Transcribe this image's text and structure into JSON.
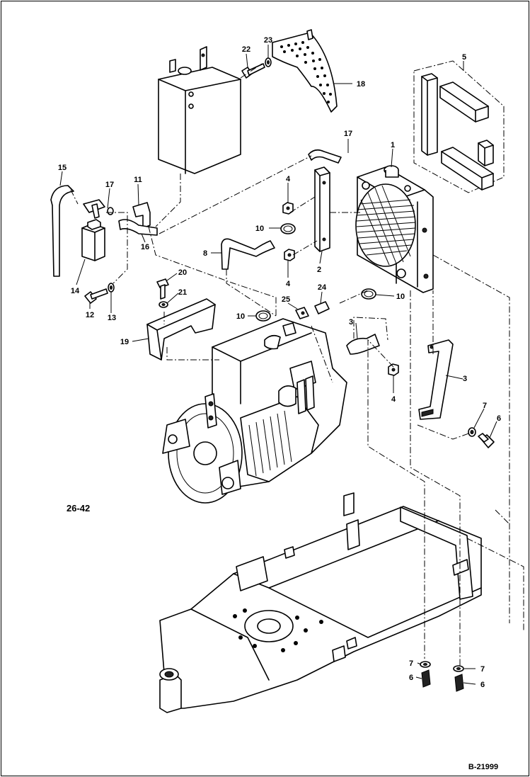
{
  "diagram": {
    "figure_ref": "26-42",
    "drawing_number": "B-21999",
    "callouts": {
      "c1": "1",
      "c2": "2",
      "c3a": "3",
      "c3b": "3",
      "c4a": "4",
      "c4b": "4",
      "c4c": "4",
      "c5": "5",
      "c6a": "6",
      "c6b": "6",
      "c6c": "6",
      "c7a": "7",
      "c7b": "7",
      "c7c": "7",
      "c8": "8",
      "c10a": "10",
      "c10b": "10",
      "c10c": "10",
      "c11": "11",
      "c12": "12",
      "c13": "13",
      "c14": "14",
      "c15": "15",
      "c16": "16",
      "c17a": "17",
      "c17b": "17",
      "c18": "18",
      "c19": "19",
      "c20": "20",
      "c21": "21",
      "c22": "22",
      "c23": "23",
      "c24": "24",
      "c25": "25"
    }
  }
}
